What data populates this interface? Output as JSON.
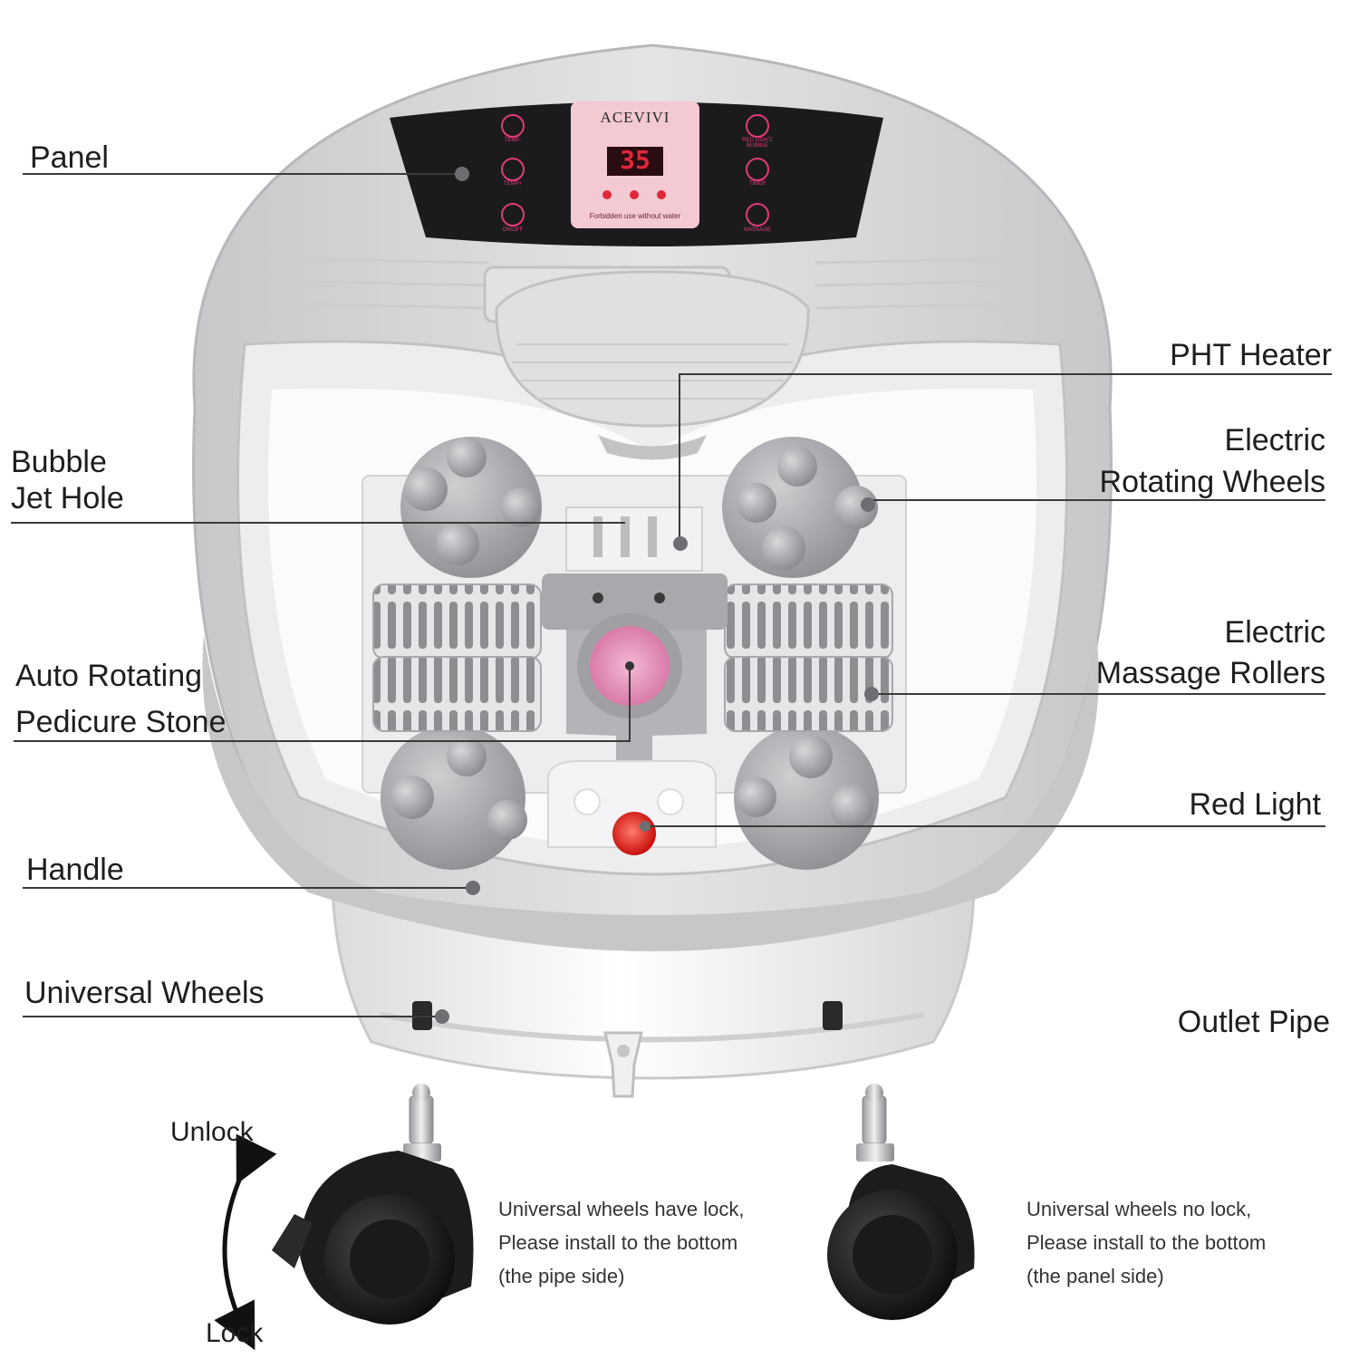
{
  "product": {
    "brand": "ACEVIVI",
    "display_reading": "35",
    "panel_warning": "Forbidden use without water",
    "panel_buttons": [
      {
        "icon": "temp-down-icon",
        "label": "TEMP-"
      },
      {
        "icon": "temp-up-icon",
        "label": "TEMP+"
      },
      {
        "icon": "power-icon",
        "label": "ON/OFF"
      },
      {
        "icon": "red-light-bubble-icon",
        "label": "RED LIGHT/ BUBBLE"
      },
      {
        "icon": "timer-icon",
        "label": "TIMER"
      },
      {
        "icon": "massage-icon",
        "label": "MASSAGE"
      }
    ]
  },
  "callouts": {
    "panel": "Panel",
    "bubble_jet_hole_line1": "Bubble",
    "bubble_jet_hole_line2": "Jet Hole",
    "auto_rotating_line1": "Auto Rotating",
    "auto_rotating_line2": "Pedicure Stone",
    "handle": "Handle",
    "universal_wheels": "Universal Wheels",
    "pht_heater": "PHT Heater",
    "electric_wheels_line1": "Electric",
    "electric_wheels_line2": "Rotating Wheels",
    "electric_rollers_line1": "Electric",
    "electric_rollers_line2": "Massage Rollers",
    "red_light": "Red Light",
    "outlet_pipe": "Outlet Pipe"
  },
  "wheels": {
    "unlock": "Unlock",
    "lock": "Lock",
    "locking_note": [
      "Universal wheels have lock,",
      "Please install to the bottom",
      "(the pipe side)"
    ],
    "non_locking_note": [
      "Universal wheels no lock,",
      "Please install to the bottom",
      "(the panel side)"
    ]
  },
  "colors": {
    "shell_grey": "#d4d4d6",
    "basin_white": "#f6f6f7",
    "panel_black": "#1b1b1d",
    "display_red": "#e0283a",
    "display_bg": "#f3c9d2",
    "leader_line": "#3a3a3a",
    "stone_pink": "#e79bc0"
  }
}
